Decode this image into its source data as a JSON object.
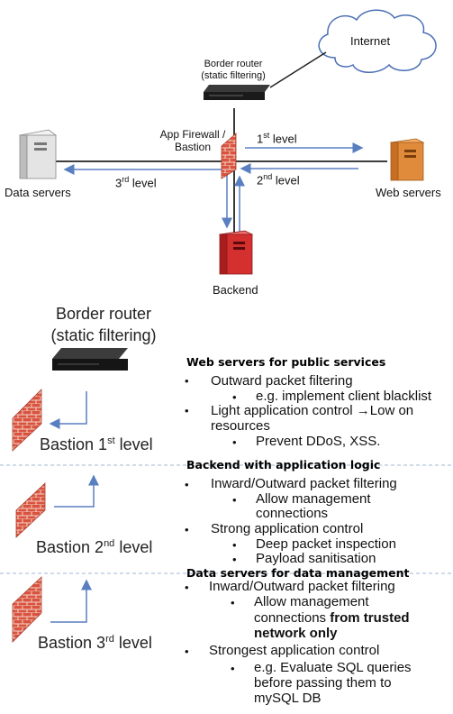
{
  "diagram": {
    "internet": "Internet",
    "border_router": [
      "Border router",
      "(static filtering)"
    ],
    "firewall": [
      "App Firewall /",
      "Bastion"
    ],
    "data_servers": "Data servers",
    "web_servers": "Web servers",
    "backend": "Backend",
    "level1": {
      "num": "1",
      "sup": "st",
      "word": " level"
    },
    "level2": {
      "num": "2",
      "sup": "nd",
      "word": " level"
    },
    "level3": {
      "num": "3",
      "sup": "rd",
      "word": " level"
    }
  },
  "left": {
    "border_router": [
      "Border router",
      "(static filtering)"
    ],
    "bastion1": {
      "word": "Bastion 1",
      "sup": "st",
      "tail": " level"
    },
    "bastion2": {
      "word": "Bastion 2",
      "sup": "nd",
      "tail": " level"
    },
    "bastion3": {
      "word": "Bastion 3",
      "sup": "rd",
      "tail": " level"
    }
  },
  "sections": {
    "s1": {
      "title": "Web servers for public services",
      "items": [
        "Outward packet filtering",
        "e.g. implement client blacklist",
        "Light application control →Low on",
        "resources",
        "Prevent DDoS, XSS."
      ]
    },
    "s2": {
      "title": "Backend with application logic",
      "items": [
        "Inward/Outward packet filtering",
        "Allow management",
        "connections",
        "Strong application control",
        "Deep packet inspection",
        "Payload sanitisation"
      ]
    },
    "s3": {
      "title": "Data servers for data management",
      "items": [
        "Inward/Outward packet filtering",
        "Allow management",
        "connections ",
        "from trusted",
        "network only",
        "Strongest application control",
        "e.g. Evaluate SQL queries",
        "before passing them to",
        "mySQL DB"
      ]
    }
  },
  "bullet": "•",
  "colors": {
    "arrow": "#5a7fc0",
    "firewall": "#d9533e",
    "web_server": "#e08a3c",
    "backend": "#d43030",
    "data_server": "#e2e2e2",
    "dashed": "#9fb7cf"
  }
}
